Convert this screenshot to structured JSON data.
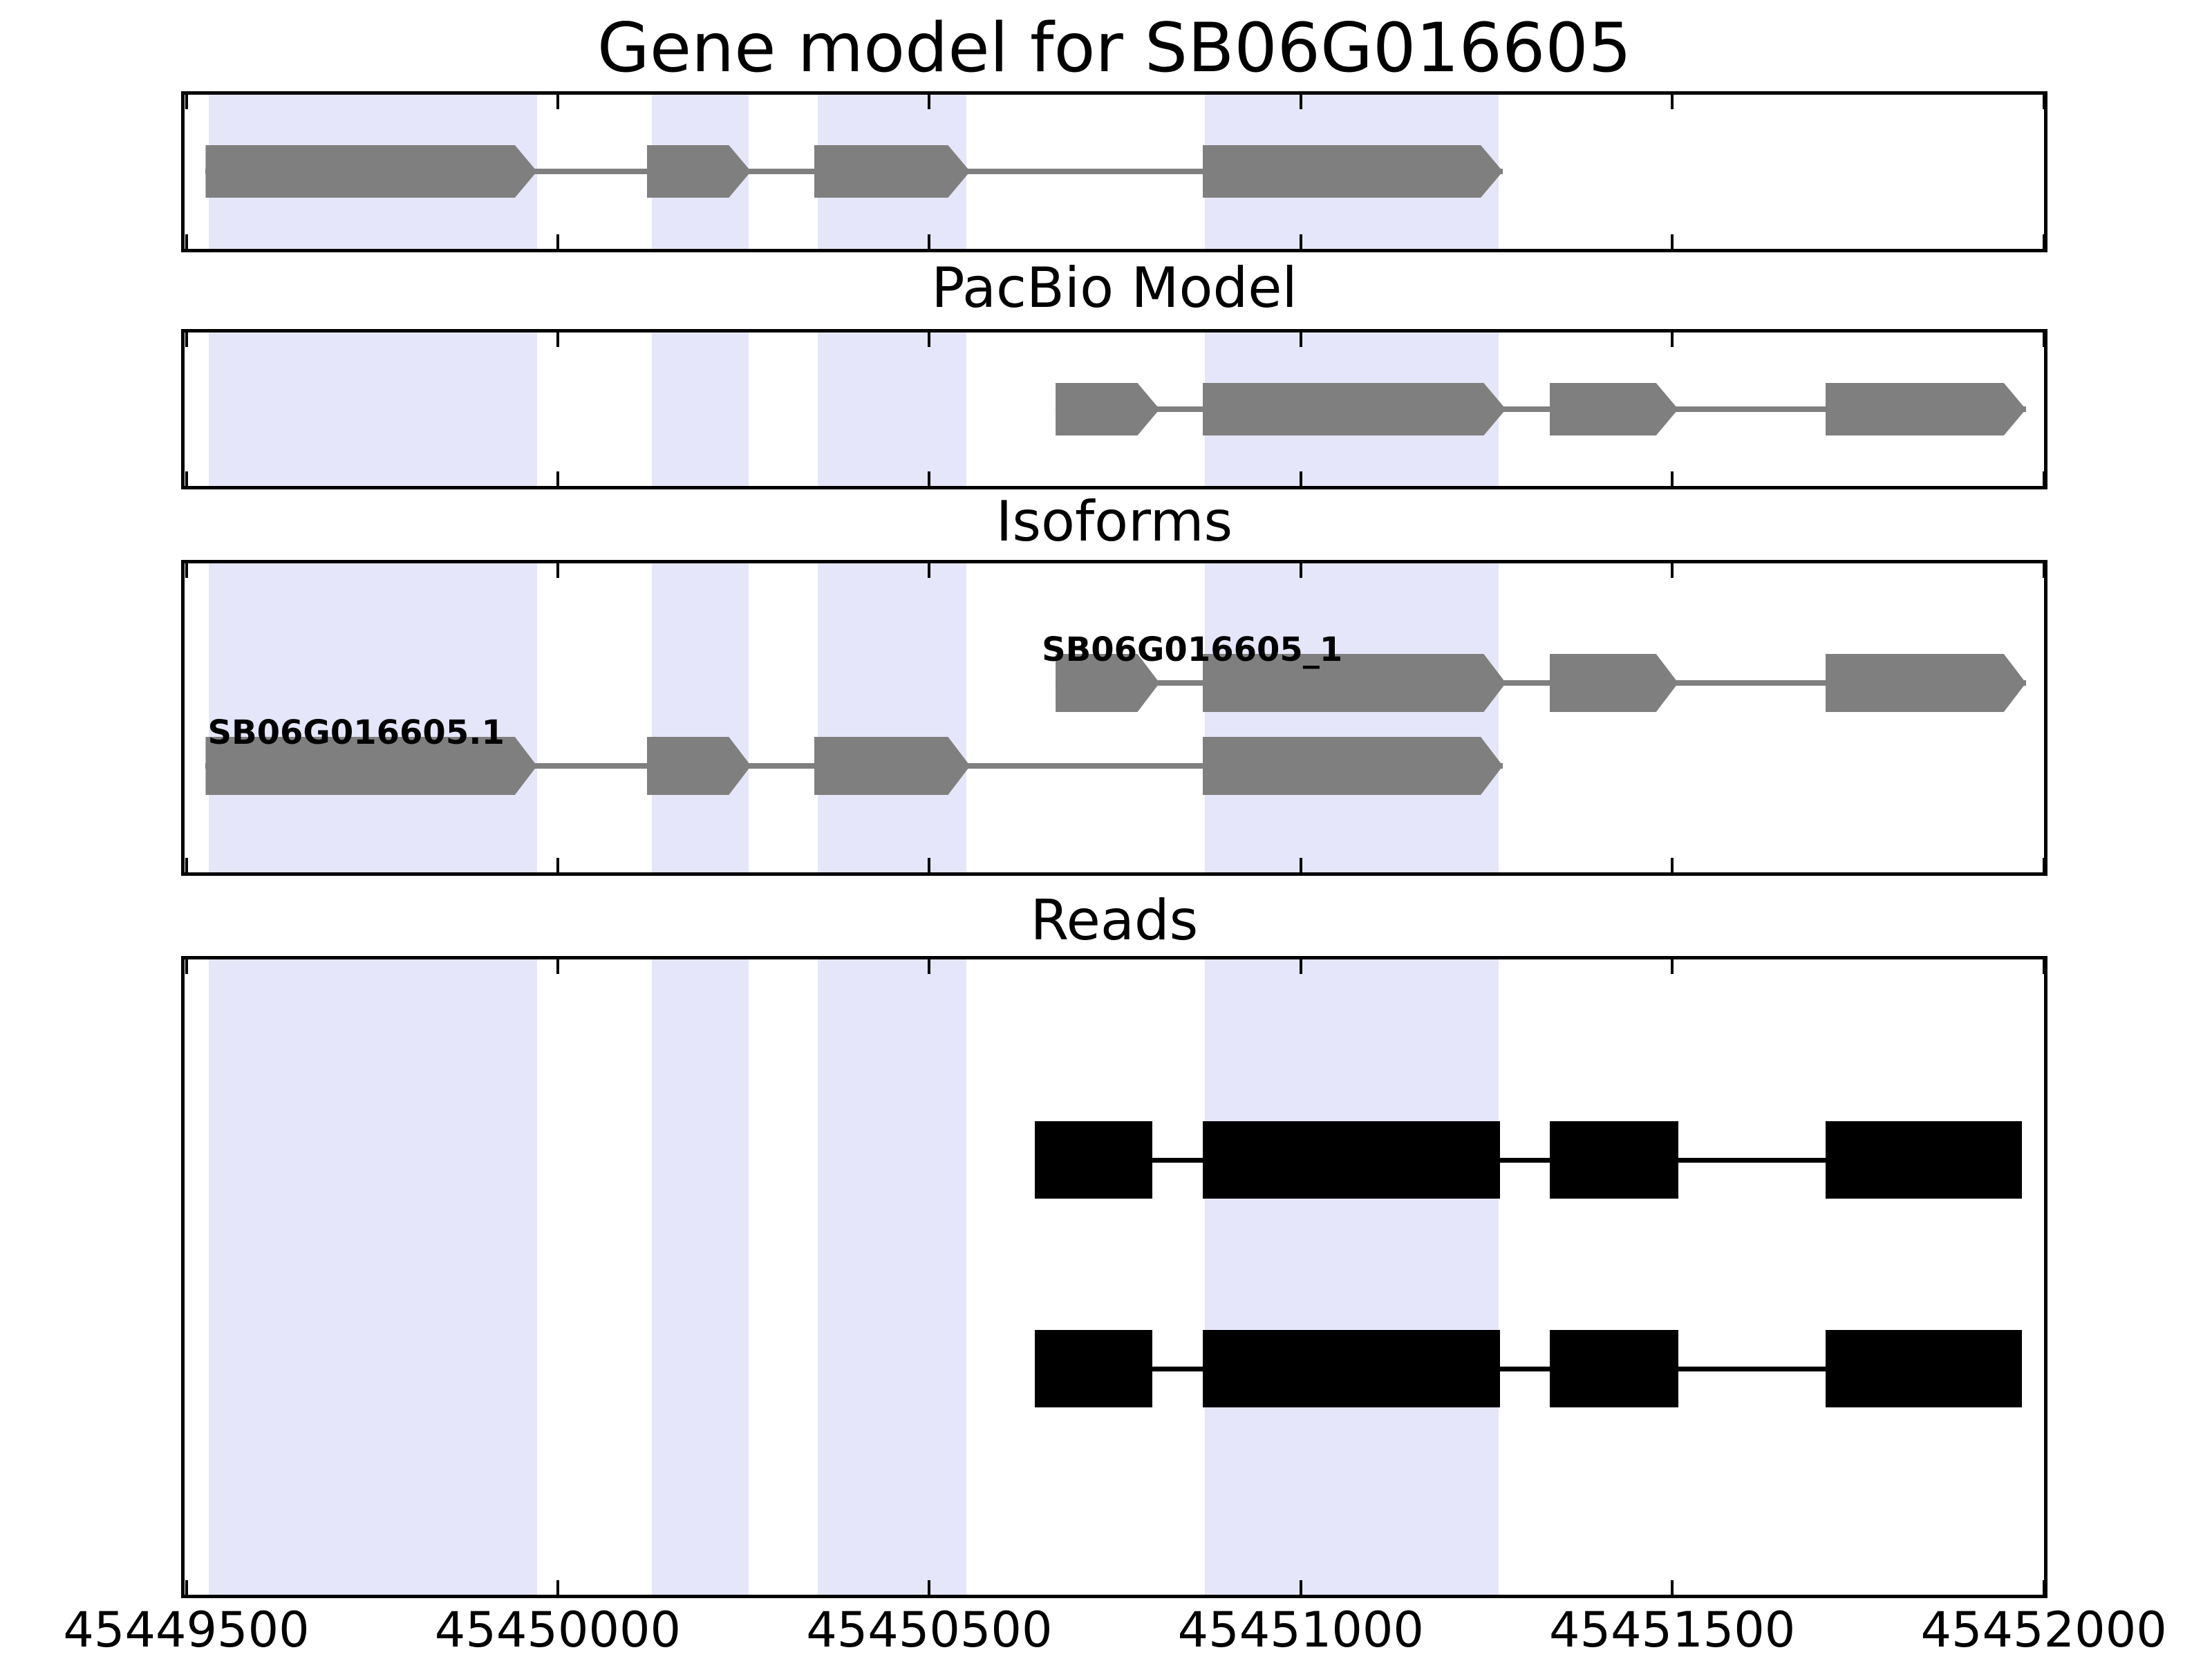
{
  "figure_title": "Gene model for SB06G016605",
  "chart_data": {
    "type": "gene-structure-tracks",
    "description": "Stacked genome-browser style tracks for gene SB06G016605 with shared x axis (genomic coordinates).",
    "axis": {
      "xlim": [
        45449493,
        45452005
      ],
      "tick_values": [
        45449500,
        45450000,
        45450500,
        45451000,
        45451500,
        45452000
      ],
      "tick_labels": [
        "45449500",
        "45450000",
        "45450500",
        "45451000",
        "45451500",
        "45452000"
      ],
      "grid": false
    },
    "colors": {
      "highlight": "#e6e6fa",
      "gene": "#7f7f7f",
      "read": "#000000",
      "spine": "#000000",
      "background": "#ffffff"
    },
    "highlight_regions": [
      [
        45449530,
        45449972
      ],
      [
        45450127,
        45450257
      ],
      [
        45450350,
        45450550
      ],
      [
        45450871,
        45451266
      ]
    ],
    "panels": [
      {
        "title": "Gene model for SB06G016605",
        "tracks": [
          {
            "kind": "gene",
            "label": "",
            "strand": "+",
            "exons": [
              [
                45449526,
                45449972
              ],
              [
                45450120,
                45450260
              ],
              [
                45450345,
                45450555
              ],
              [
                45450868,
                45451272
              ]
            ]
          }
        ]
      },
      {
        "title": "PacBio Model",
        "tracks": [
          {
            "kind": "gene",
            "label": "",
            "strand": "+",
            "exons": [
              [
                45450670,
                45450810
              ],
              [
                45450868,
                45451276
              ],
              [
                45451335,
                45451508
              ],
              [
                45451706,
                45451976
              ]
            ]
          }
        ]
      },
      {
        "title": "Isoforms",
        "tracks": [
          {
            "kind": "gene",
            "label": "SB06G016605_1",
            "strand": "+",
            "exons": [
              [
                45450670,
                45450810
              ],
              [
                45450868,
                45451276
              ],
              [
                45451335,
                45451508
              ],
              [
                45451706,
                45451976
              ]
            ]
          },
          {
            "kind": "gene",
            "label": "SB06G016605.1",
            "strand": "+",
            "exons": [
              [
                45449526,
                45449972
              ],
              [
                45450120,
                45450260
              ],
              [
                45450345,
                45450555
              ],
              [
                45450868,
                45451272
              ]
            ]
          }
        ]
      },
      {
        "title": "Reads",
        "tracks": [
          {
            "kind": "read",
            "label": "",
            "exons": [
              [
                45450642,
                45450800
              ],
              [
                45450868,
                45451268
              ],
              [
                45451335,
                45451508
              ],
              [
                45451706,
                45451971
              ]
            ]
          },
          {
            "kind": "read",
            "label": "",
            "exons": [
              [
                45450642,
                45450800
              ],
              [
                45450868,
                45451268
              ],
              [
                45451335,
                45451508
              ],
              [
                45451706,
                45451971
              ]
            ]
          }
        ]
      }
    ]
  }
}
